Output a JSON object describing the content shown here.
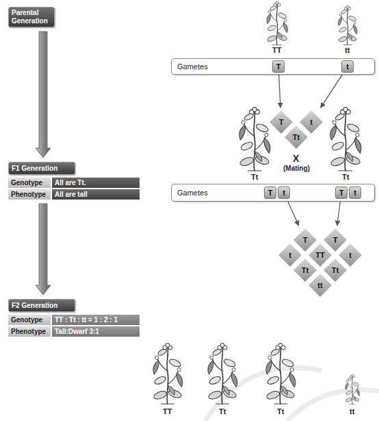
{
  "diagram": {
    "nodes": [
      {
        "text": [
          "Parental Generation"
        ]
      },
      {
        "text": [
          "Gametes"
        ]
      },
      {
        "text": [
          "T"
        ],
        "in": 1
      },
      {
        "text": [
          "t"
        ],
        "in": 1
      },
      {
        "text": [
          "T"
        ]
      },
      {
        "text": [
          "t"
        ]
      },
      {
        "text": [
          "Tt"
        ]
      },
      {
        "text": [
          "F1 Generation"
        ]
      },
      {
        "text": [
          "Genotype"
        ]
      },
      {
        "text": [
          "All are Tt."
        ]
      },
      {
        "text": [
          "Phenotype"
        ]
      },
      {
        "text": [
          "All are tall"
        ]
      },
      {
        "text": [
          "Gametes"
        ]
      },
      {
        "text": [
          "T"
        ],
        "in": 12
      },
      {
        "text": [
          "t"
        ],
        "in": 12
      },
      {
        "text": [
          "T"
        ],
        "in": 12
      },
      {
        "text": [
          "t"
        ],
        "in": 12
      },
      {
        "text": [
          "T"
        ]
      },
      {
        "text": [
          "T"
        ]
      },
      {
        "text": [
          "t"
        ]
      },
      {
        "text": [
          "TT"
        ]
      },
      {
        "text": [
          "t"
        ]
      },
      {
        "text": [
          "Tt"
        ]
      },
      {
        "text": [
          "Tt"
        ]
      },
      {
        "text": [
          "tt"
        ]
      },
      {
        "text": [
          "F2 Generation"
        ]
      },
      {
        "text": [
          "Genotype"
        ]
      },
      {
        "text": [
          "TT : Tt : tt = 1 : 2 : 1"
        ]
      },
      {
        "text": [
          "Phenotype"
        ]
      },
      {
        "text": [
          "Tall:Dwarf 3:1"
        ]
      }
    ],
    "edges": [
      {
        "from": 0,
        "to": 7,
        "arrow": "to"
      },
      {
        "from": 10,
        "to": 25,
        "arrow": "to"
      },
      {
        "from": 2,
        "to": 4,
        "arrow": "to"
      },
      {
        "from": 3,
        "to": 5,
        "arrow": "to"
      },
      {
        "from": 14,
        "to": 17,
        "arrow": "to"
      },
      {
        "from": 15,
        "to": 18,
        "arrow": "to"
      }
    ],
    "labels": [
      "TT",
      "tt",
      "Tt",
      "X",
      "(Mating)",
      "Tt",
      "TT",
      "Tt",
      "Tt",
      "tt"
    ]
  }
}
